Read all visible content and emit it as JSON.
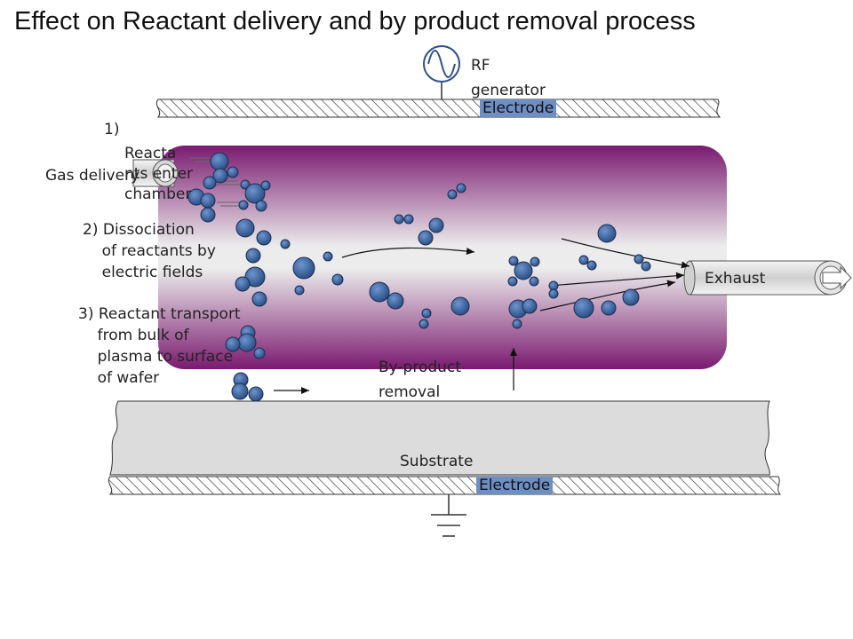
{
  "title": "Effect on Reactant delivery and by product removal process",
  "rf_generator": "RF\ngenerator",
  "top_electrode": "Electrode",
  "bottom_electrode": "Electrode",
  "substrate": "Substrate",
  "exhaust": "Exhaust",
  "gas_delivery": "Gas delivery",
  "step1_number": "1)",
  "step1_text": "Reacta\nnts enter\nchamber",
  "step2": "2) Dissociation\n    of reactants by\n    electric fields",
  "step3": "3) Reactant transport\n    from bulk of\n    plasma to surface\n    of wafer",
  "byproduct": "By-product\nremoval",
  "colors": {
    "plasma_edge": "#7a1a70",
    "plasma_center": "#eeeeee",
    "molecule": "#3d6aa8",
    "electrode_label_bg": "#6e8fc4",
    "substrate": "#dcdcdc"
  },
  "icons": [
    "sine-wave-icon",
    "ground-icon",
    "gas-inlet-pipe-icon",
    "exhaust-pipe-icon",
    "molecule-icon",
    "arrow-icon"
  ]
}
